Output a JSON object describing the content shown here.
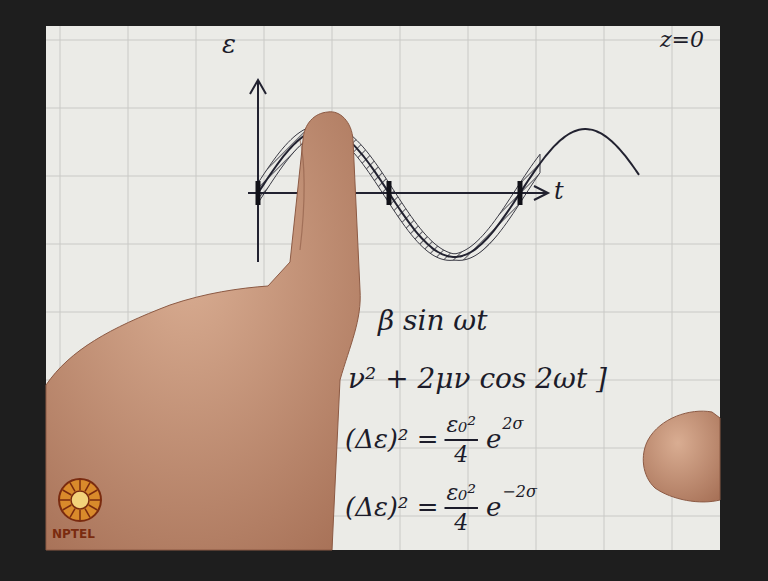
{
  "diagram": {
    "labels": [
      "ε",
      "t",
      "z=0",
      "β sin ωt",
      "ν² + 2μν cos 2ωt ]",
      "(Δε)² =",
      "ε₀²",
      "4",
      "e",
      "2σ",
      "(Δε)² =",
      "ε₀²",
      "4",
      "e",
      "−2σ",
      "NPTEL"
    ]
  }
}
